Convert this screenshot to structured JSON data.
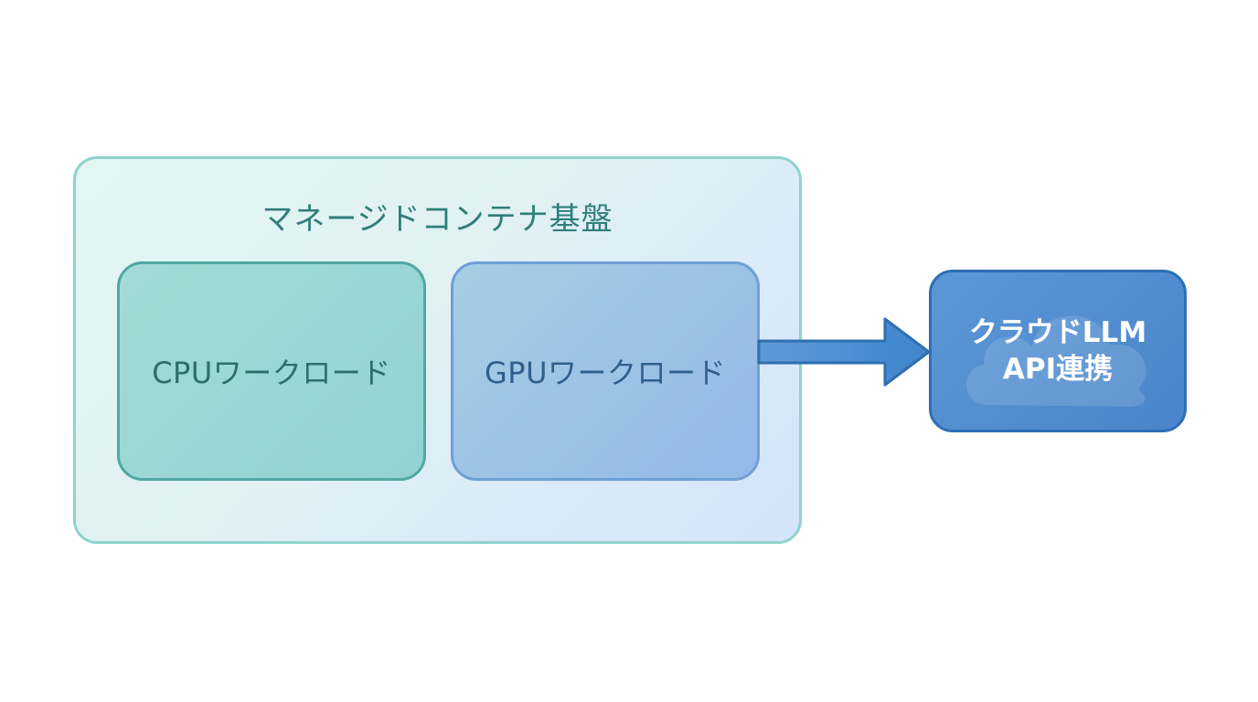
{
  "diagram": {
    "platform": {
      "title": "マネージドコンテナ基盤",
      "workloads": [
        {
          "label": "CPUワークロード"
        },
        {
          "label": "GPUワークロード"
        }
      ]
    },
    "cloud": {
      "line1": "クラウドLLM",
      "line2": "API連携",
      "icon": "cloud-icon"
    },
    "connector": {
      "from": "GPUワークロード",
      "to": "クラウドLLM API連携",
      "icon": "arrow-right-icon"
    },
    "colors": {
      "platform_border": "#8fd3cd",
      "platform_title": "#2f7f7a",
      "cpu_fill": "#9ad6d4",
      "gpu_fill": "#9dc2e6",
      "cloud_fill": "#5190d0",
      "arrow_fill": "#4a8fd2"
    }
  }
}
